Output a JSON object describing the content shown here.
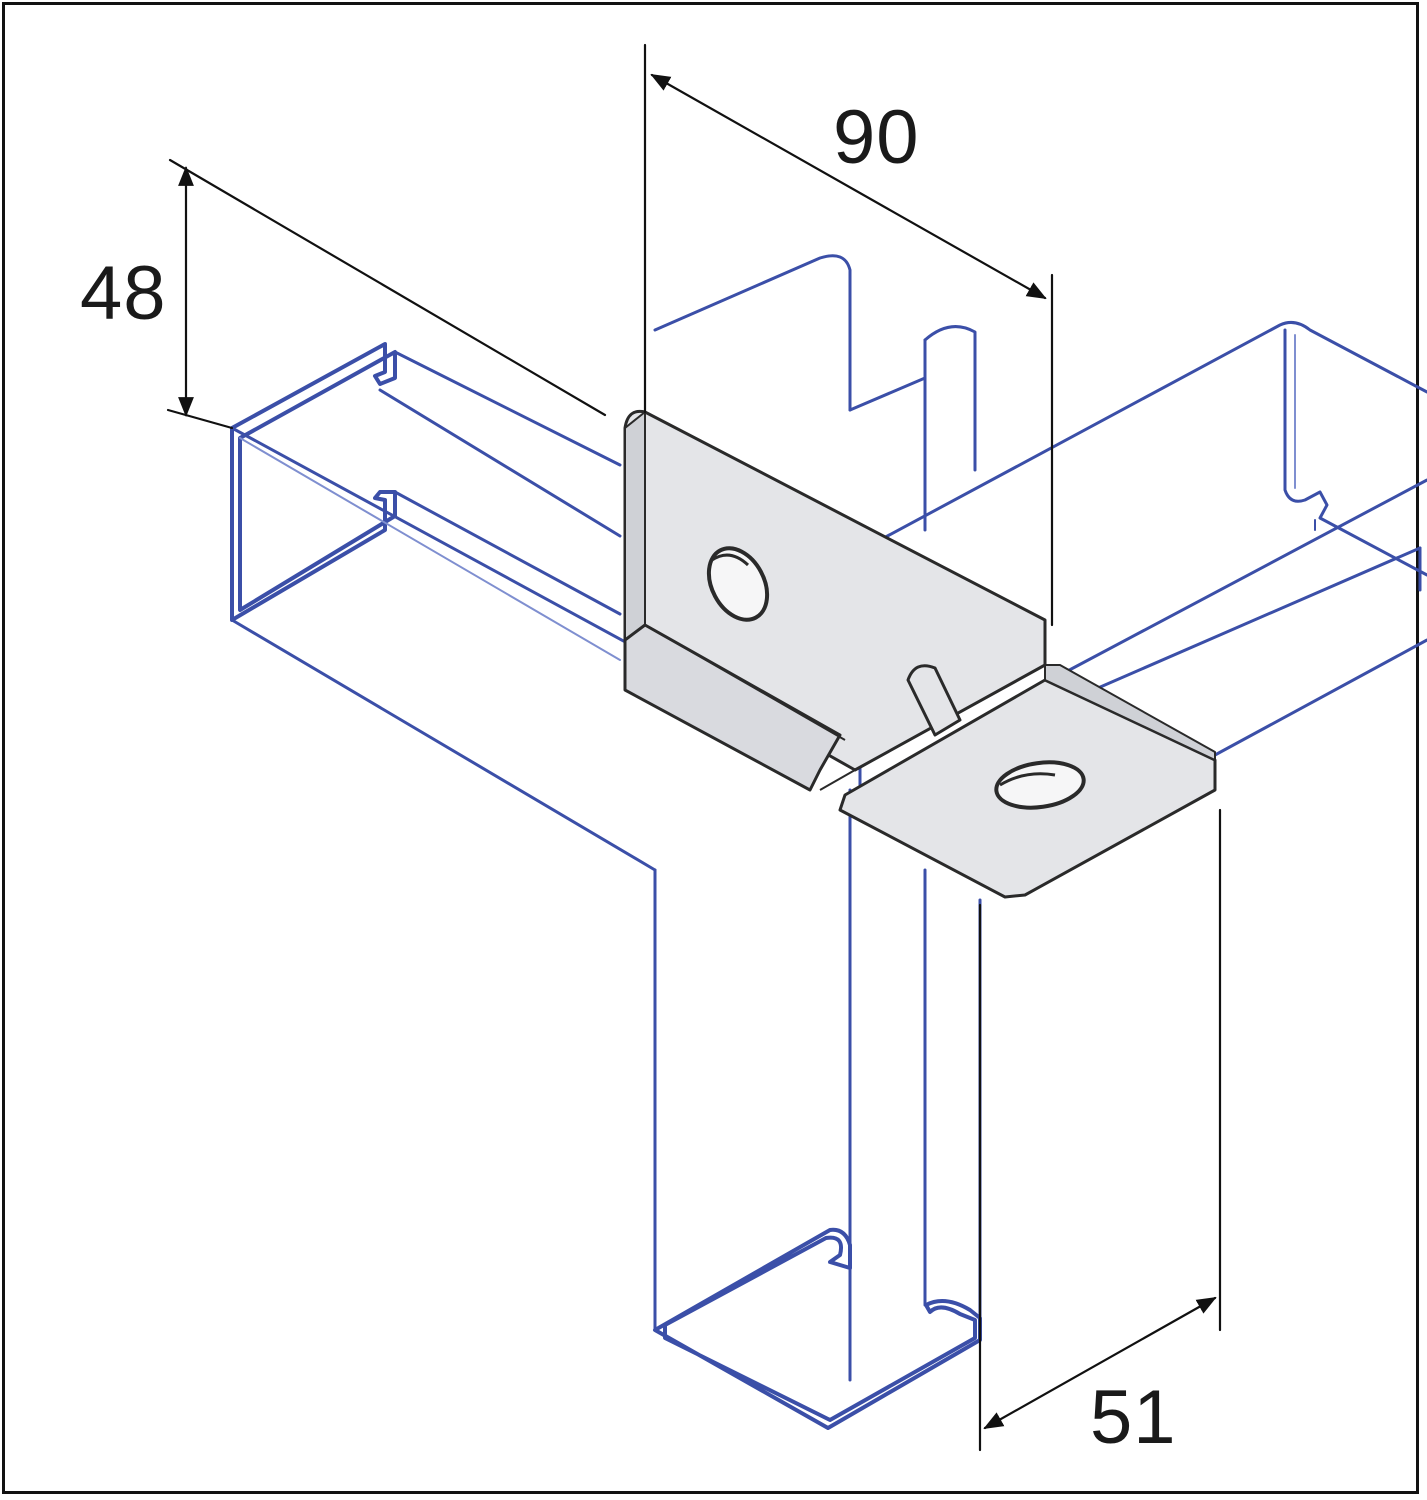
{
  "dimensions": {
    "width": "90",
    "height": "48",
    "depth": "51"
  },
  "colors": {
    "channel_outline": "#3b4fa8",
    "channel_inner": "#7f8fd0",
    "bracket_fill": "#e4e5e8",
    "bracket_edge": "#2a2a2a",
    "dimension_line": "#111111",
    "background": "#ffffff"
  }
}
